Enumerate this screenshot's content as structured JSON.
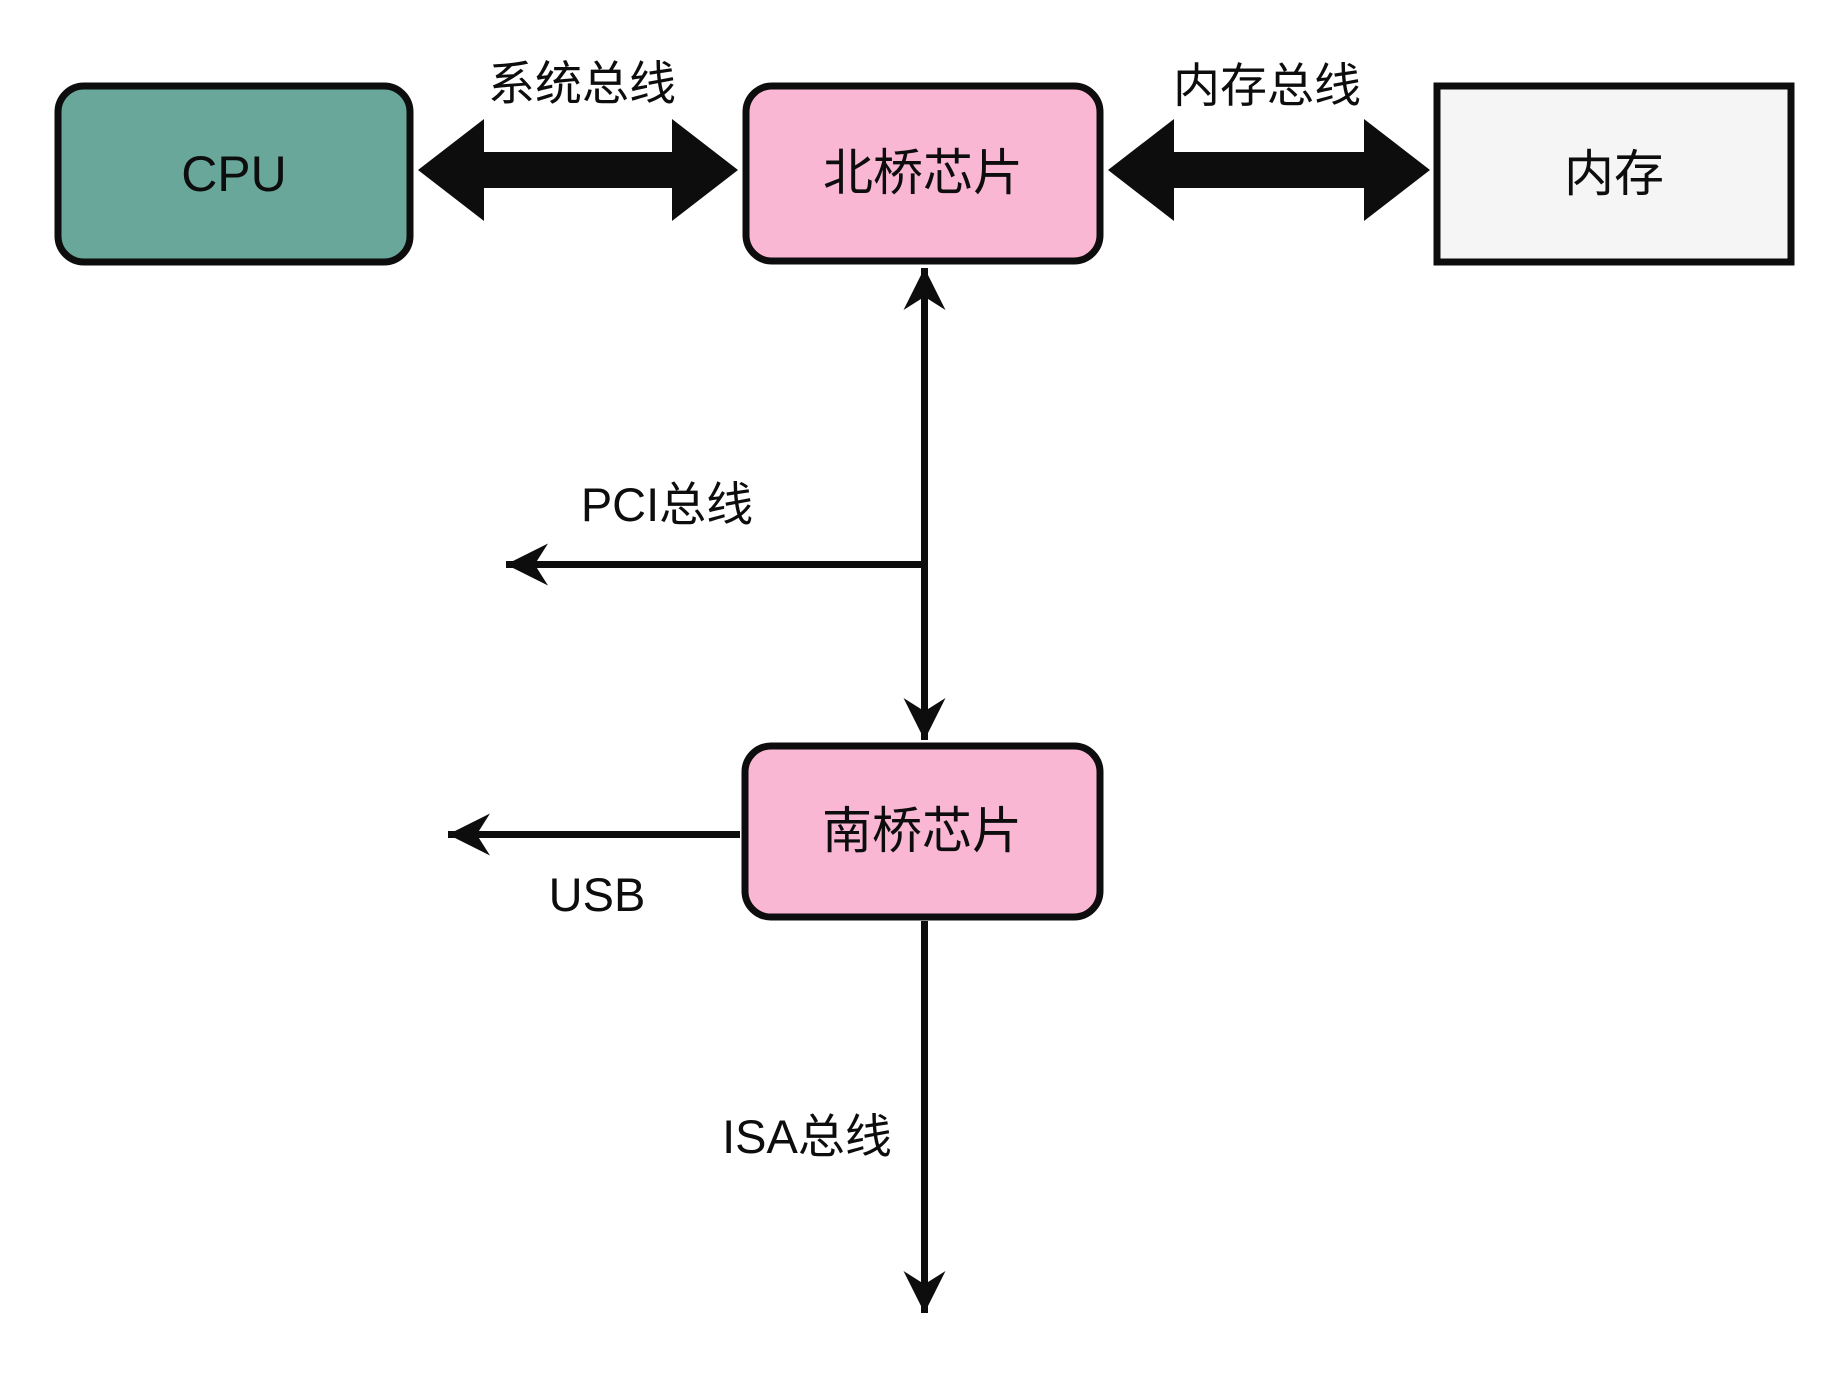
{
  "diagram": {
    "nodes": {
      "cpu": {
        "label": "CPU"
      },
      "northbridge": {
        "label": "北桥芯片"
      },
      "memory": {
        "label": "内存"
      },
      "southbridge": {
        "label": "南桥芯片"
      }
    },
    "buses": {
      "system": {
        "label": "系统总线"
      },
      "memory": {
        "label": "内存总线"
      },
      "pci": {
        "label": "PCI总线"
      },
      "usb": {
        "label": "USB"
      },
      "isa": {
        "label": "ISA总线"
      }
    }
  },
  "colors": {
    "background": "#ffffff",
    "cpu_fill": "#68a79a",
    "bridge_fill": "#f9b7d4",
    "memory_fill": "#f5f5f5",
    "memory_text": "#3f3f3f",
    "line": "#0d0d0d"
  }
}
